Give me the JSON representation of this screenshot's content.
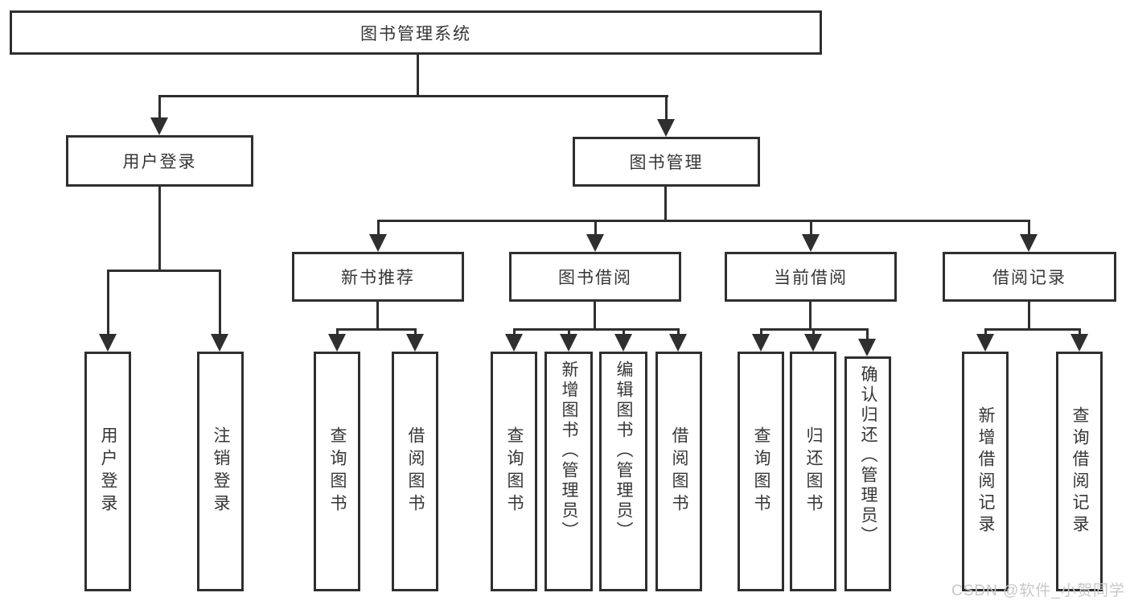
{
  "diagram": {
    "type": "tree",
    "root": {
      "label": "图书管理系统"
    },
    "level2": [
      {
        "label": "用户登录"
      },
      {
        "label": "图书管理"
      }
    ],
    "level3": [
      {
        "label": "新书推荐"
      },
      {
        "label": "图书借阅"
      },
      {
        "label": "当前借阅"
      },
      {
        "label": "借阅记录"
      }
    ],
    "leaves_user_login": [
      {
        "label": "用户登录"
      },
      {
        "label": "注销登录"
      }
    ],
    "leaves_new_book": [
      {
        "label": "查询图书"
      },
      {
        "label": "借阅图书"
      }
    ],
    "leaves_book_borrow": [
      {
        "label": "查询图书"
      },
      {
        "label": "新增图书（管理员）"
      },
      {
        "label": "编辑图书（管理员）"
      },
      {
        "label": "借阅图书"
      }
    ],
    "leaves_current_borrow": [
      {
        "label": "查询图书"
      },
      {
        "label": "归还图书"
      },
      {
        "label": "确认归还（管理员）"
      }
    ],
    "leaves_borrow_record": [
      {
        "label": "新增借阅记录"
      },
      {
        "label": "查询借阅记录"
      }
    ]
  },
  "watermark": {
    "text": "CSDN @软件_小贺同学"
  },
  "colors": {
    "line": "#2f2f2f",
    "text": "#363636",
    "background": "#ffffff",
    "watermark": "#c8c8c8"
  }
}
